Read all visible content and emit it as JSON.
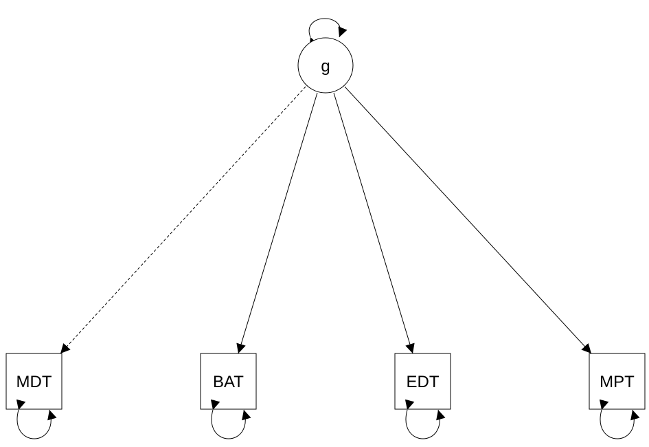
{
  "latent": {
    "id": "g",
    "label": "g",
    "shape": "circle",
    "has_variance": true
  },
  "indicators": [
    {
      "id": "MDT",
      "label": "MDT",
      "shape": "rectangle",
      "has_variance": true
    },
    {
      "id": "BAT",
      "label": "BAT",
      "shape": "rectangle",
      "has_variance": true
    },
    {
      "id": "EDT",
      "label": "EDT",
      "shape": "rectangle",
      "has_variance": true
    },
    {
      "id": "MPT",
      "label": "MPT",
      "shape": "rectangle",
      "has_variance": true
    }
  ],
  "paths": [
    {
      "from": "g",
      "to": "MDT",
      "style": "dashed"
    },
    {
      "from": "g",
      "to": "BAT",
      "style": "solid"
    },
    {
      "from": "g",
      "to": "EDT",
      "style": "solid"
    },
    {
      "from": "g",
      "to": "MPT",
      "style": "solid"
    }
  ],
  "colors": {
    "line": "#000000",
    "node_fill": "#ffffff",
    "background": "#ffffff"
  }
}
